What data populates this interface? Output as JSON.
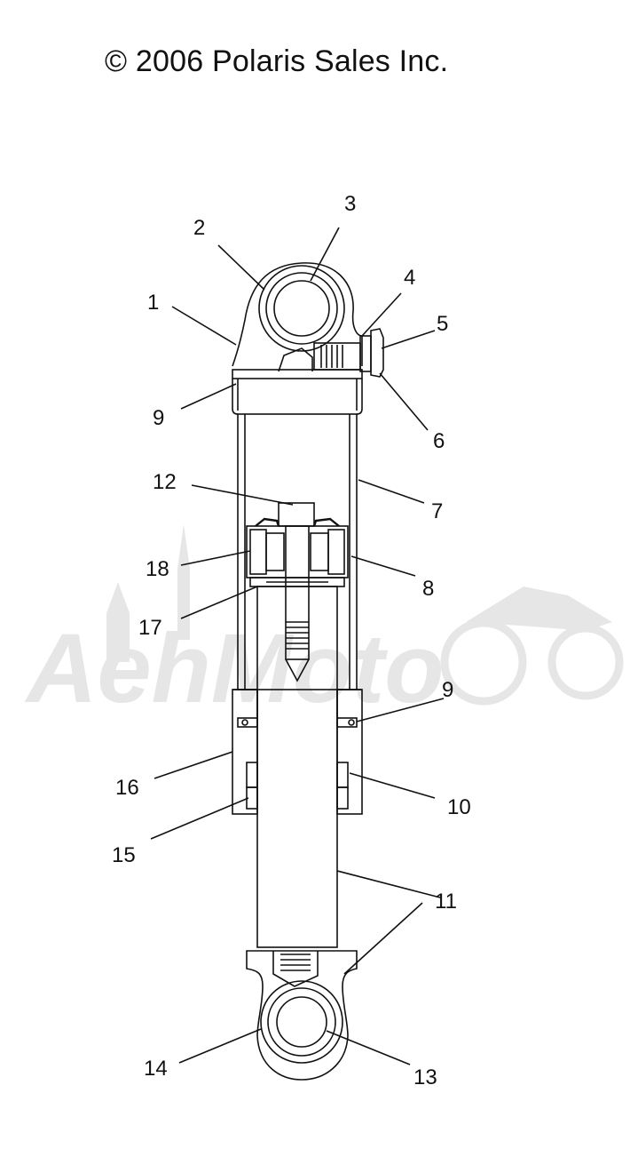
{
  "header": {
    "copyright": "© 2006 Polaris Sales Inc."
  },
  "watermark": {
    "text": "AehMoto"
  },
  "callouts": [
    {
      "label": "1"
    },
    {
      "label": "2"
    },
    {
      "label": "3"
    },
    {
      "label": "4"
    },
    {
      "label": "5"
    },
    {
      "label": "6"
    },
    {
      "label": "7"
    },
    {
      "label": "8"
    },
    {
      "label": "9"
    },
    {
      "label": "9"
    },
    {
      "label": "10"
    },
    {
      "label": "11"
    },
    {
      "label": "12"
    },
    {
      "label": "13"
    },
    {
      "label": "14"
    },
    {
      "label": "15"
    },
    {
      "label": "16"
    },
    {
      "label": "17"
    },
    {
      "label": "18"
    }
  ],
  "colors": {
    "line": "#111111",
    "watermark": "#e6e6e6"
  }
}
